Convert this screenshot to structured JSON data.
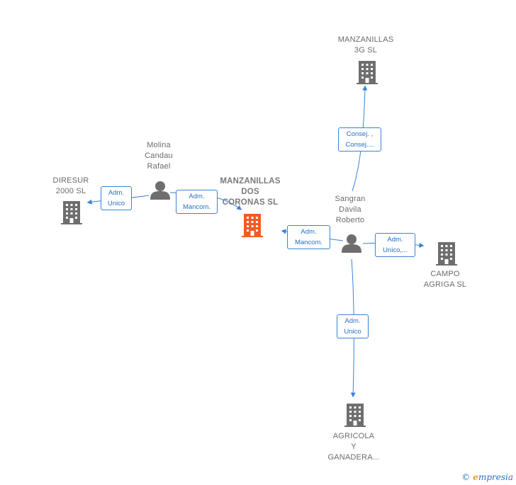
{
  "nodes": {
    "main_company": {
      "label": "MANZANILLAS\nDOS\nCORONAS  SL",
      "kind": "company-main",
      "color": "#f05a28"
    },
    "manzanillas_3g": {
      "label": "MANZANILLAS\n3G  SL",
      "kind": "company"
    },
    "diresur": {
      "label": "DIRESUR\n2000 SL",
      "kind": "company"
    },
    "campo_agriga": {
      "label": "CAMPO\nAGRIGA  SL",
      "kind": "company"
    },
    "agricola": {
      "label": "AGRICOLA\nY\nGANADERA...",
      "kind": "company"
    },
    "molina": {
      "label": "Molina\nCandau\nRafael",
      "kind": "person"
    },
    "sangran": {
      "label": "Sangran\nDavila\nRoberto",
      "kind": "person"
    }
  },
  "edges": {
    "molina_to_diresur": "Adm.\nUnico",
    "molina_to_main": "Adm.\nMancom.",
    "sangran_to_main": "Adm.\nMancom.",
    "sangran_to_3g": "Consej. ,\nConsej....",
    "sangran_to_campo": "Adm.\nUnico,...",
    "sangran_to_agricola": "Adm.\nUnico"
  },
  "colors": {
    "edge": "#3a82d6",
    "company_icon": "#6e6e6e",
    "person_icon": "#6e6e6e",
    "main_icon": "#f05a28"
  },
  "icons": {
    "company": "building-icon",
    "person": "person-icon"
  },
  "footer": {
    "copyright": "©",
    "brand_initial": "e",
    "brand_rest": "mpresia"
  }
}
